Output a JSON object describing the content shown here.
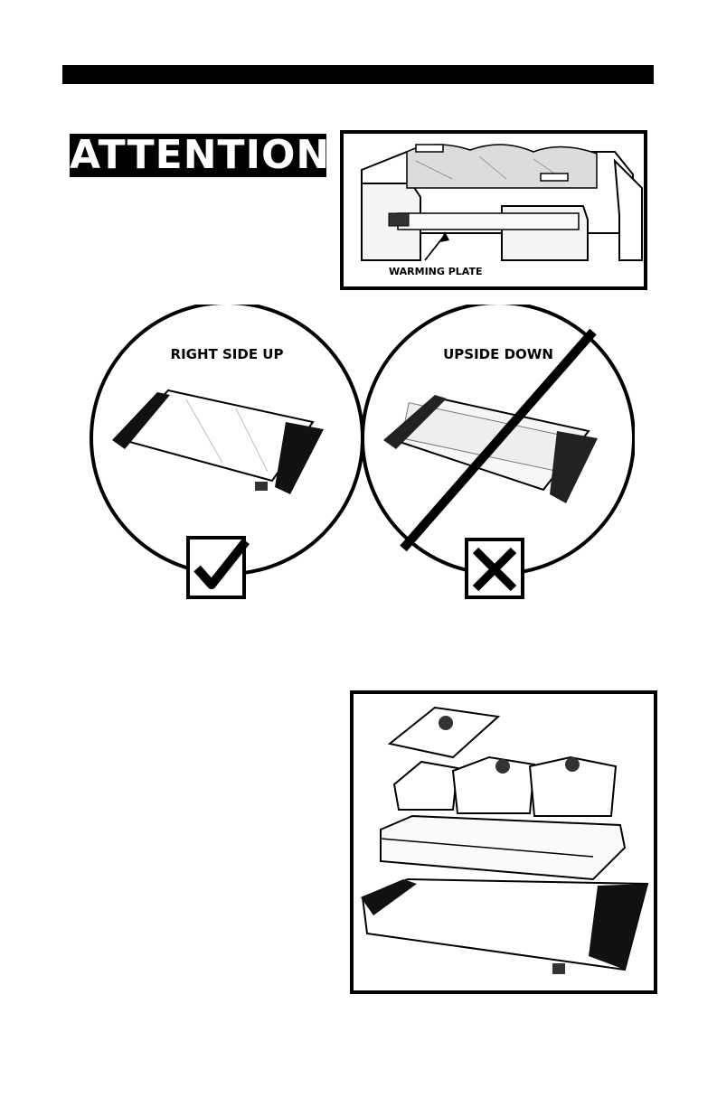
{
  "banner": {
    "attention": "ATTENTION"
  },
  "figure_top": {
    "label": "WARMING PLATE"
  },
  "figure_orientation": {
    "left_label": "RIGHT SIDE UP",
    "right_label": "UPSIDE DOWN",
    "left_mark_icon": "check-mark-icon",
    "right_mark_icon": "x-mark-icon"
  }
}
